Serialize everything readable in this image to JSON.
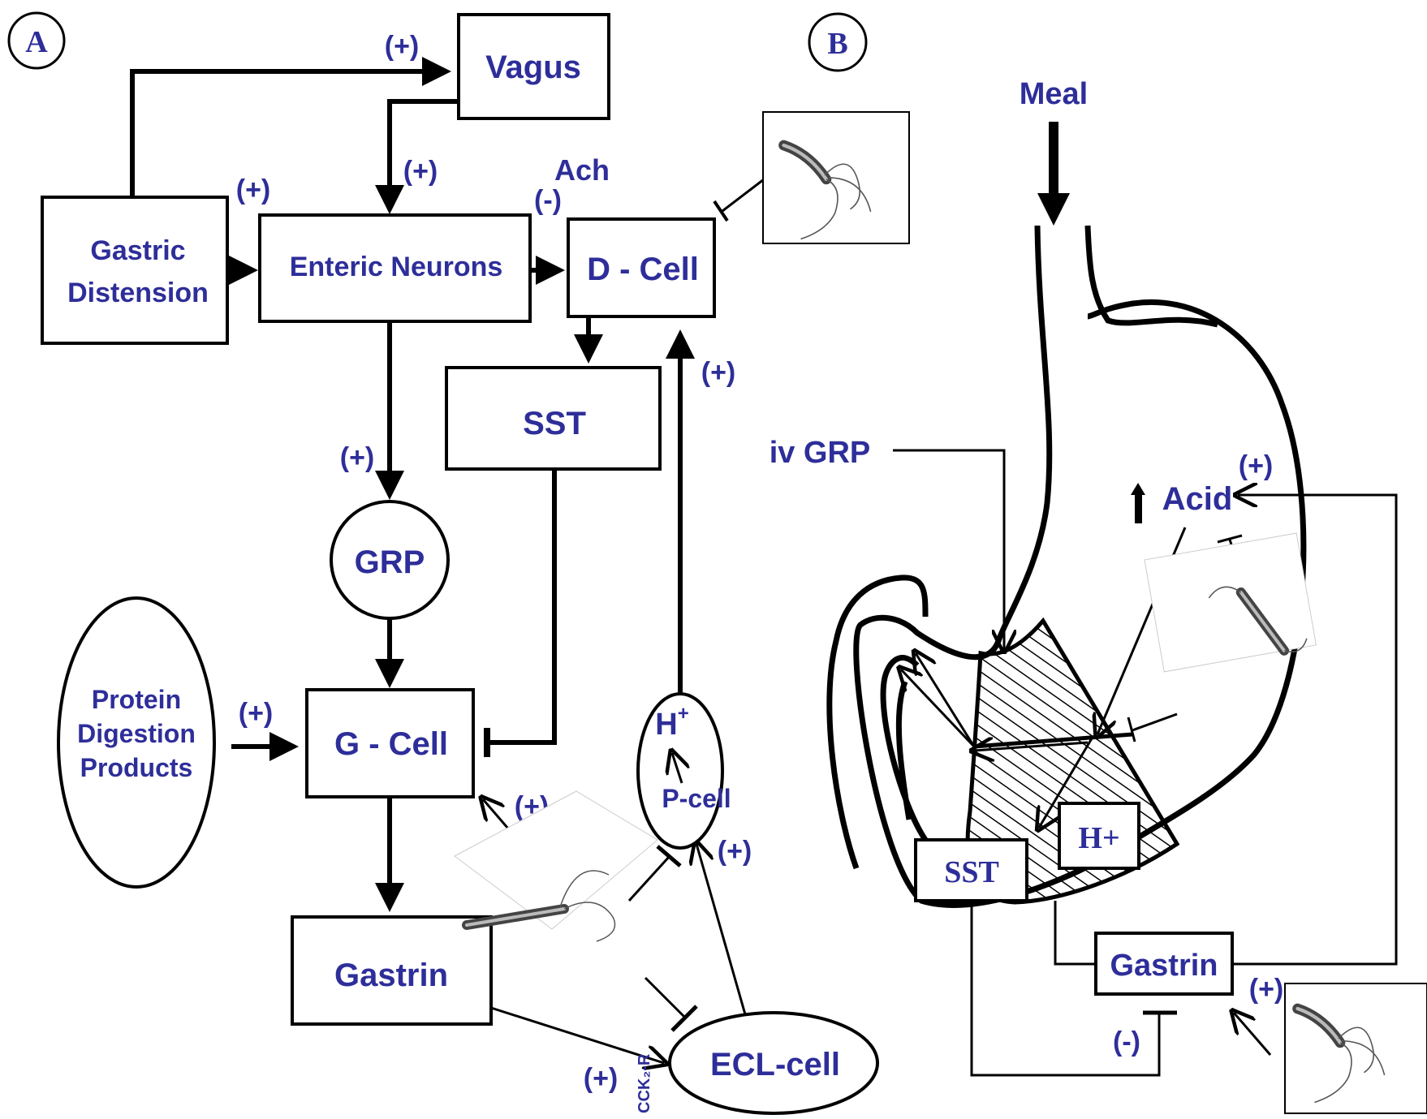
{
  "panel_a": {
    "badge": "A",
    "vagus": "Vagus",
    "gastric_distension_1": "Gastric",
    "gastric_distension_2": "Distension",
    "enteric_neurons": "Enteric Neurons",
    "d_cell": "D - Cell",
    "sst": "SST",
    "grp": "GRP",
    "g_cell": "G - Cell",
    "protein_1": "Protein",
    "protein_2": "Digestion",
    "protein_3": "Products",
    "gastrin": "Gastrin",
    "ecl_cell": "ECL-cell",
    "h_plus": "H",
    "h_plus_sup": "+",
    "p_cell": "P-cell",
    "ach": "Ach",
    "cck2r": "CCK₂-R",
    "plus": "(+)",
    "minus": "(-)"
  },
  "panel_b": {
    "badge": "B",
    "meal": "Meal",
    "iv_grp": "iv GRP",
    "acid": "Acid",
    "acid_arrow": "↑",
    "sst": "SST",
    "h_plus": "H+",
    "gastrin": "Gastrin",
    "plus": "(+)",
    "minus": "(-)"
  },
  "colors": {
    "label": "#2e2e9a",
    "line": "#000000"
  },
  "icons": [
    "h-pylori-bacterium-icon"
  ]
}
